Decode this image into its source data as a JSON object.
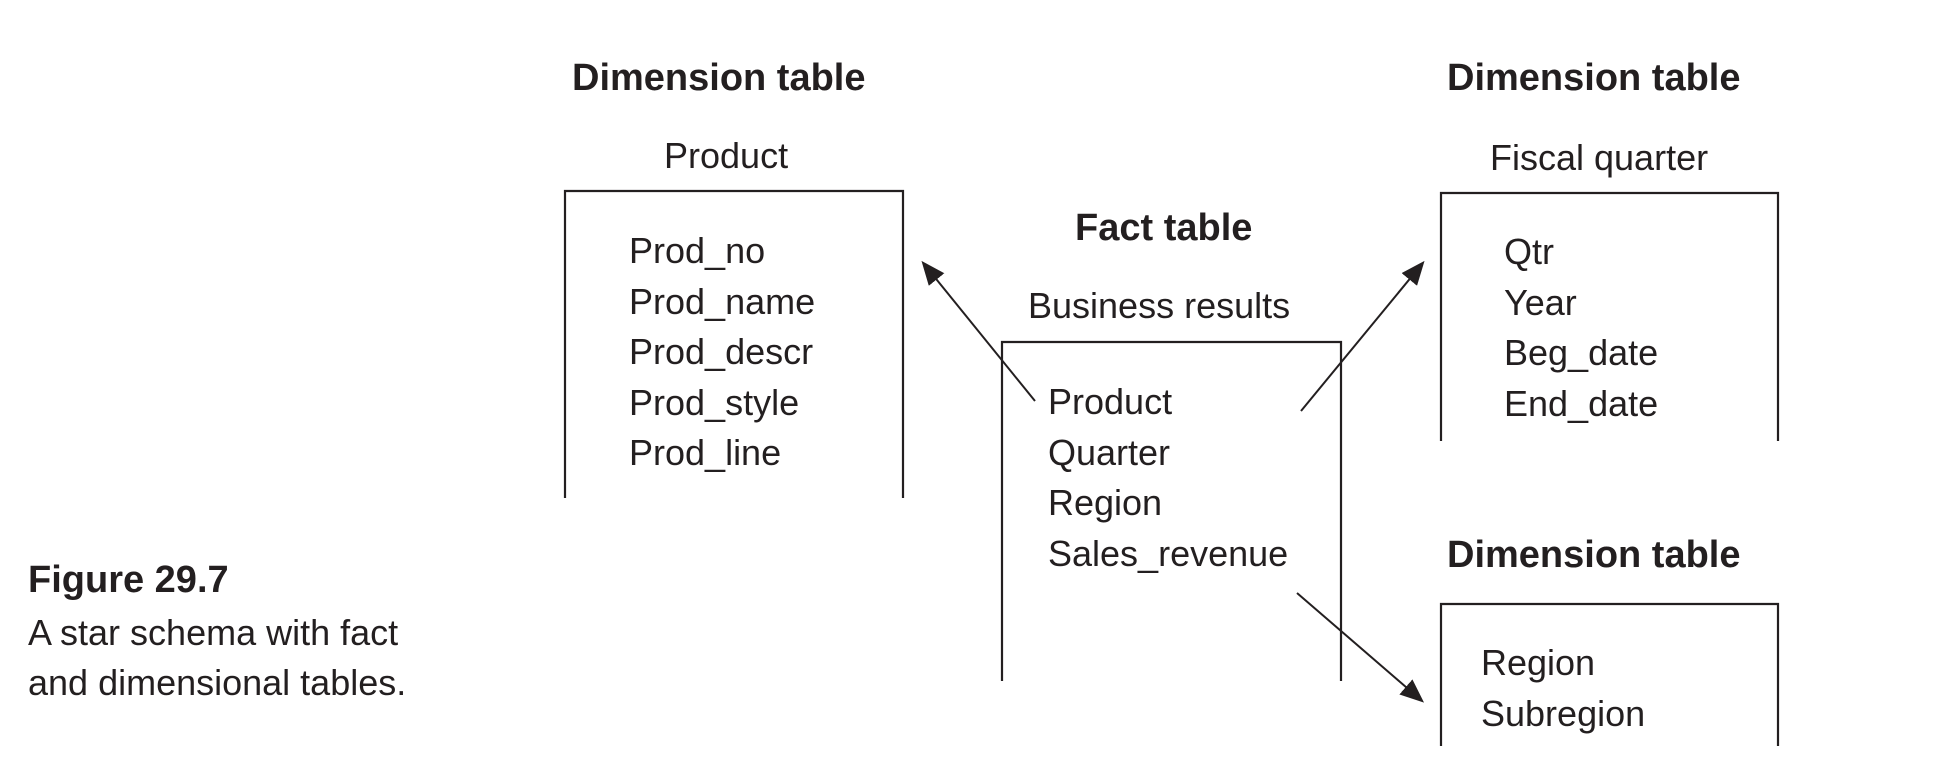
{
  "caption": {
    "title": "Figure 29.7",
    "text": "A star schema with fact and dimensional tables."
  },
  "product_table": {
    "heading": "Dimension table",
    "name": "Product",
    "fields": [
      "Prod_no",
      "Prod_name",
      "Prod_descr",
      "Prod_style",
      "Prod_line"
    ]
  },
  "fact_table": {
    "heading": "Fact table",
    "name": "Business results",
    "fields": [
      "Product",
      "Quarter",
      "Region",
      "Sales_revenue"
    ]
  },
  "quarter_table": {
    "heading": "Dimension table",
    "name": "Fiscal quarter",
    "fields": [
      "Qtr",
      "Year",
      "Beg_date",
      "End_date"
    ]
  },
  "region_table": {
    "heading": "Dimension table",
    "fields": [
      "Region",
      "Subregion"
    ]
  },
  "colors": {
    "ink": "#231f20",
    "background": "#ffffff"
  }
}
